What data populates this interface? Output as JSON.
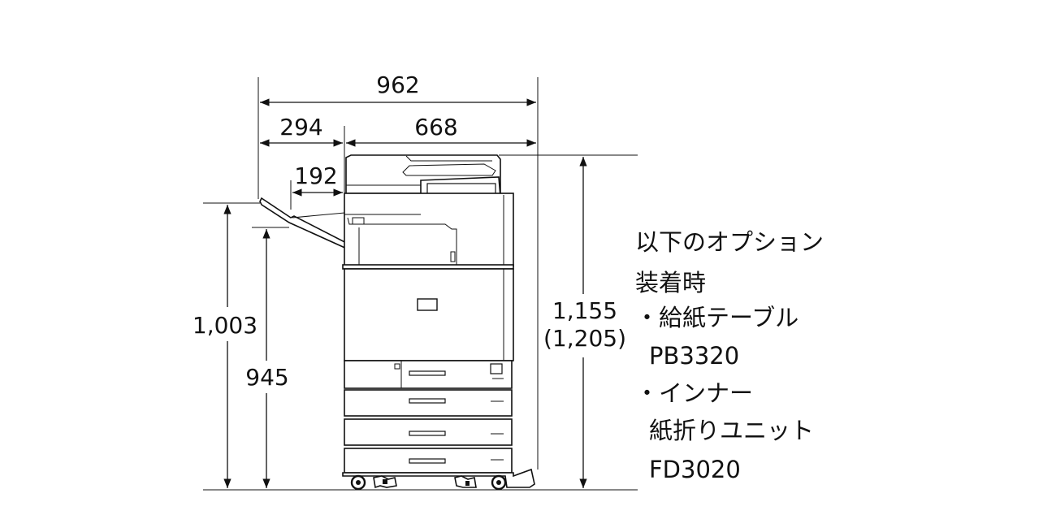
{
  "dimensions": {
    "total_width": "962",
    "left_offset": "294",
    "main_width": "668",
    "tray_offset": "192",
    "tray_height": "1,003",
    "body_height": "945",
    "overall_height": "1,155",
    "overall_height_alt": "(1,205)"
  },
  "note": {
    "lines": [
      "以下のオプション",
      "装着時",
      "・給紙テーブル",
      "PB3320",
      "・インナー",
      "紙折りユニット",
      "FD3020"
    ]
  },
  "icons": {
    "machine": "multifunction-printer-icon",
    "arrow": "dimension-arrow-icon"
  },
  "colors": {
    "line": "#111111",
    "background": "#ffffff"
  }
}
